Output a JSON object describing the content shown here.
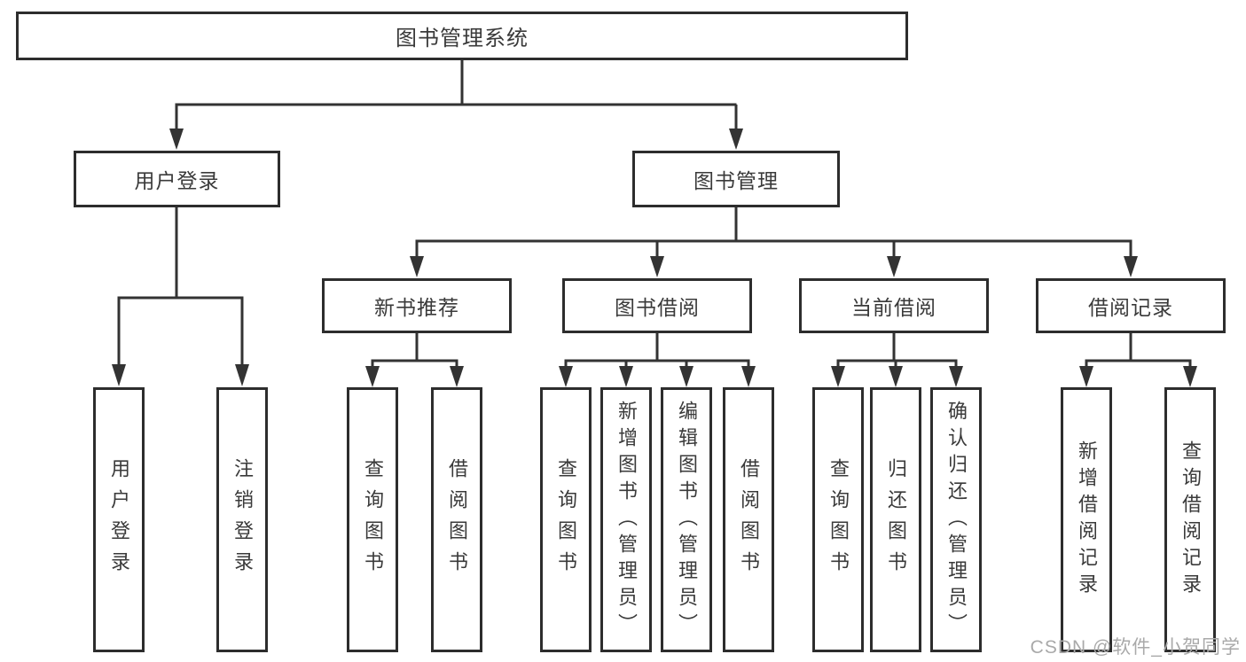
{
  "tree": {
    "label": "图书管理系统",
    "children": [
      {
        "label": "用户登录",
        "children": [
          {
            "label": "用户登录"
          },
          {
            "label": "注销登录"
          }
        ]
      },
      {
        "label": "图书管理",
        "children": [
          {
            "label": "新书推荐",
            "children": [
              {
                "label": "查询图书"
              },
              {
                "label": "借阅图书"
              }
            ]
          },
          {
            "label": "图书借阅",
            "children": [
              {
                "label": "查询图书"
              },
              {
                "label": "新增图书（管理员）"
              },
              {
                "label": "编辑图书（管理员）"
              },
              {
                "label": "借阅图书"
              }
            ]
          },
          {
            "label": "当前借阅",
            "children": [
              {
                "label": "查询图书"
              },
              {
                "label": "归还图书"
              },
              {
                "label": "确认归还（管理员）"
              }
            ]
          },
          {
            "label": "借阅记录",
            "children": [
              {
                "label": "新增借阅记录"
              },
              {
                "label": "查询借阅记录"
              }
            ]
          }
        ]
      }
    ]
  },
  "watermark": {
    "text": "CSDN @软件_小贺同学"
  },
  "colors": {
    "background": "#ffffff",
    "line": "#333333",
    "box_border": "#2d2d2d",
    "text": "#3a3a3a",
    "watermark": "#a9a9a9"
  }
}
